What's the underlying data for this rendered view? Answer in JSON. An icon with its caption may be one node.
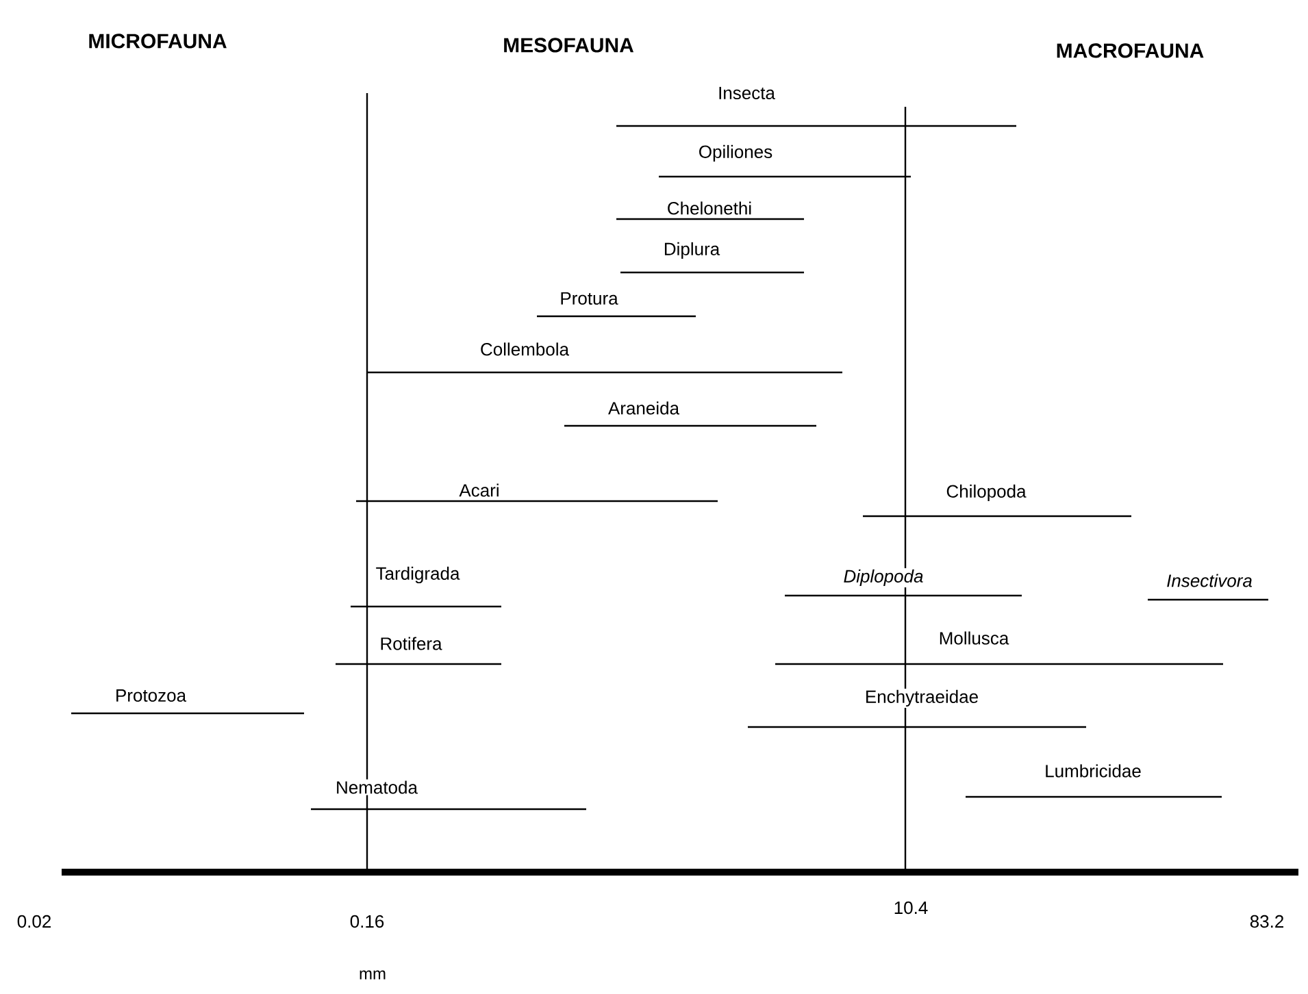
{
  "diagram": {
    "labels": [
      "MICROFAUNA",
      "MESOFAUNA",
      "MACROFAUNA",
      "Insecta",
      "Opiliones",
      "Chelonethi",
      "Diplura",
      "Protura",
      "Collembola",
      "Araneida",
      "Acari",
      "Chilopoda",
      "Tardigrada",
      "Diplopoda",
      "Insectivora",
      "Rotifera",
      "Mollusca",
      "Protozoa",
      "Enchytraeidae",
      "Nematoda",
      "Lumbricidae",
      "0.02",
      "0.16",
      "10.4",
      "83.2",
      "mm"
    ]
  }
}
